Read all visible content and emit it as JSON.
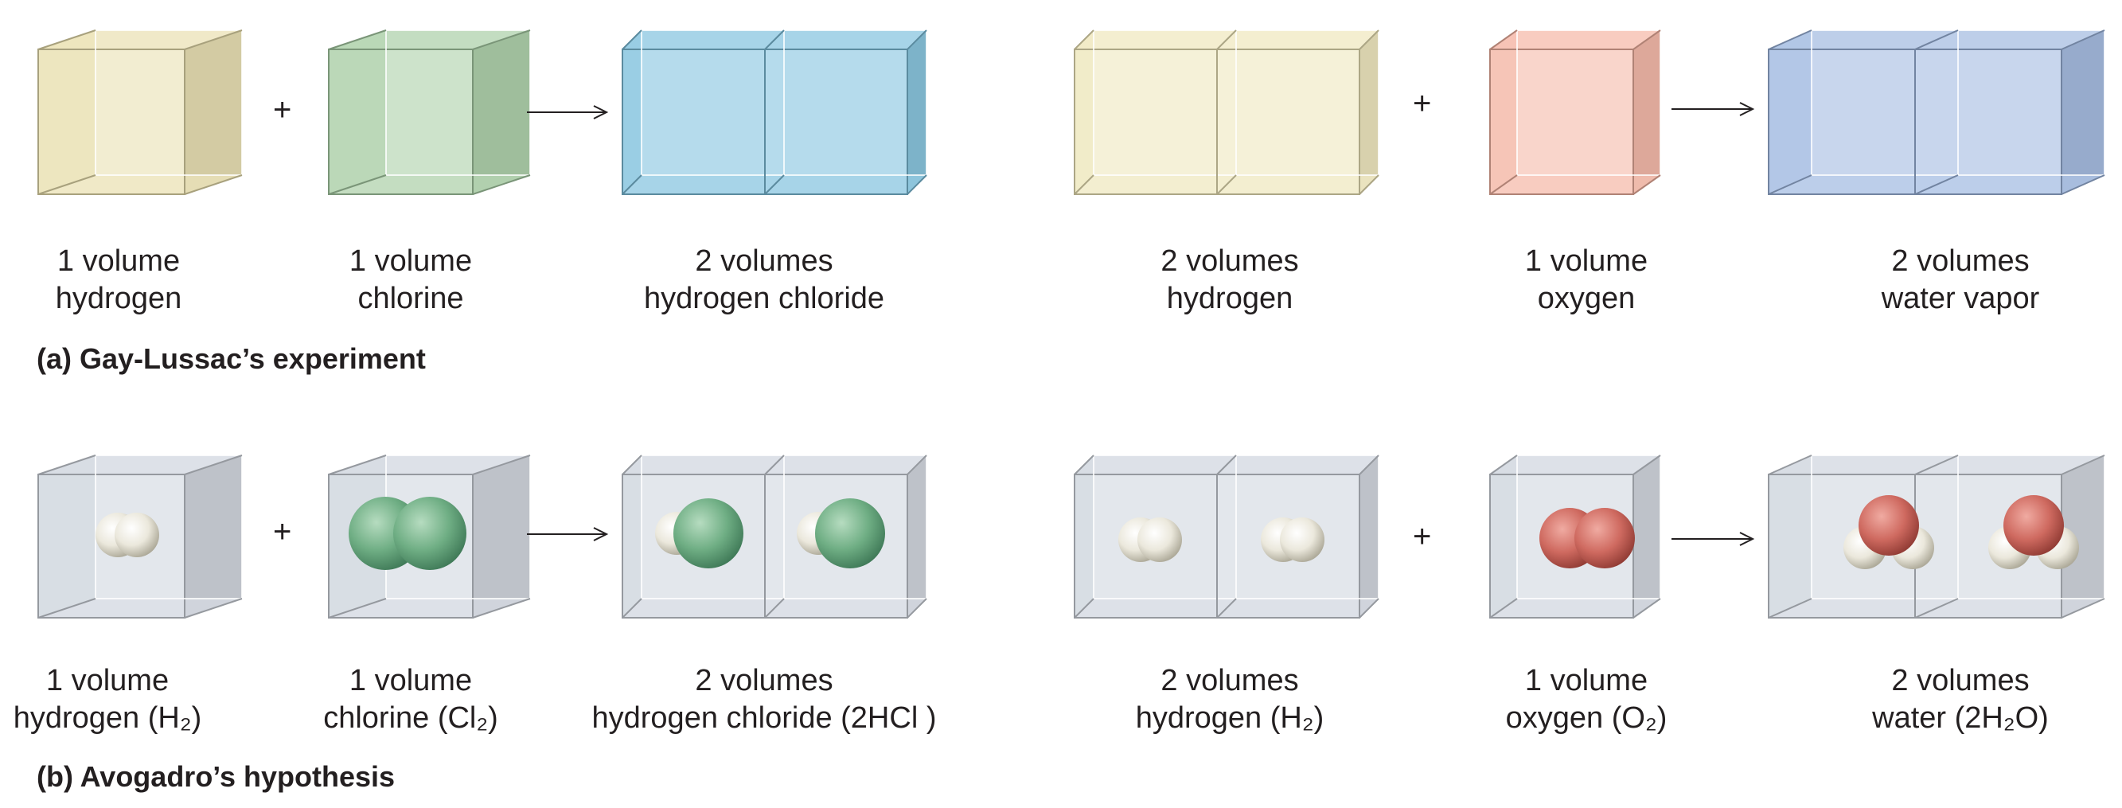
{
  "part_a": {
    "caption": "(a) Gay-Lussac’s experiment",
    "left": {
      "plus": "+",
      "boxes": [
        {
          "line1": "1 volume",
          "line2": "hydrogen",
          "color": "#e9dfae"
        },
        {
          "line1": "1 volume",
          "line2": "chlorine",
          "color": "#a9cfa6"
        },
        {
          "line1": "2 volumes",
          "line2": "hydrogen chloride",
          "color": "#7fc1dd"
        }
      ]
    },
    "right": {
      "plus": "+",
      "boxes": [
        {
          "line1": "2 volumes",
          "line2": "hydrogen",
          "color": "#efe6b9"
        },
        {
          "line1": "1 volume",
          "line2": "oxygen",
          "color": "#f4b5a3"
        },
        {
          "line1": "2 volumes",
          "line2": "water vapor",
          "color": "#9fb8e0"
        }
      ]
    }
  },
  "part_b": {
    "caption": "(b) Avogadro’s hypothesis",
    "box_color": "#cfd4dd",
    "left": {
      "plus": "+",
      "boxes": [
        {
          "line1": "1 volume",
          "line2": "hydrogen (H₂)",
          "molecule": "H2"
        },
        {
          "line1": "1 volume",
          "line2": "chlorine (Cl₂)",
          "molecule": "Cl2"
        },
        {
          "line1": "2 volumes",
          "line2": "hydrogen chloride (2HCl )",
          "molecule": "HCl"
        }
      ]
    },
    "right": {
      "plus": "+",
      "boxes": [
        {
          "line1": "2 volumes",
          "line2": "hydrogen (H₂)",
          "molecule": "H2"
        },
        {
          "line1": "1 volume",
          "line2": "oxygen (O₂)",
          "molecule": "O2"
        },
        {
          "line1": "2 volumes",
          "line2": "water (2H₂O)",
          "molecule": "H2O"
        }
      ]
    }
  },
  "atom_colors": {
    "H": "#ebe8dc",
    "Cl": "#6fae84",
    "O": "#cf6a60"
  }
}
